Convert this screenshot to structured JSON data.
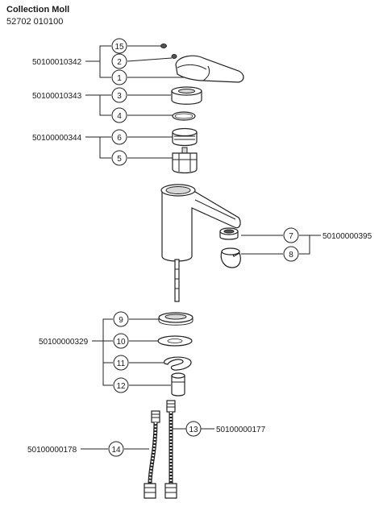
{
  "header": {
    "collection": "Collection Moll",
    "article": "52702 010100"
  },
  "callouts": [
    "15",
    "2",
    "1",
    "3",
    "4",
    "6",
    "5",
    "7",
    "8",
    "9",
    "10",
    "11",
    "12",
    "13",
    "14"
  ],
  "part_numbers": {
    "g_1_2_15": "50100010342",
    "g_3_4": "50100010343",
    "g_5_6": "50100000344",
    "g_7_8": "50100000395",
    "g_9_12": "50100000329",
    "p_13": "50100000177",
    "p_14": "50100000178"
  }
}
